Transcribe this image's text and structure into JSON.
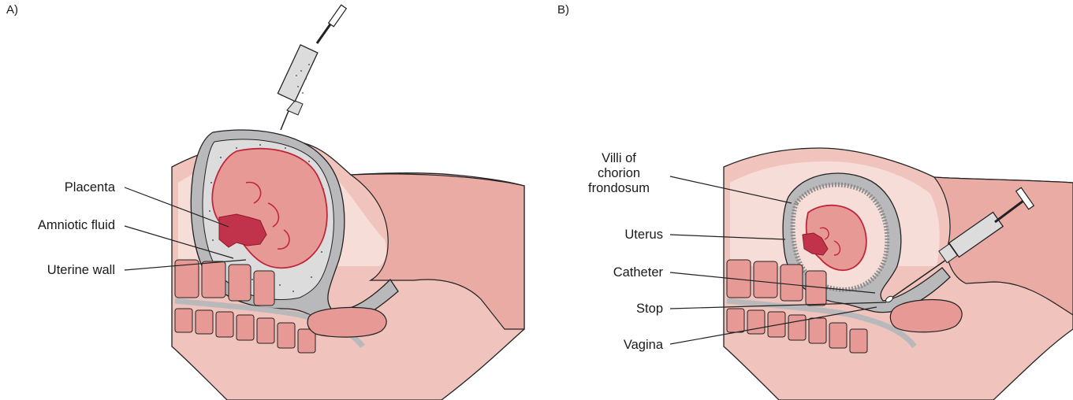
{
  "panel_a": {
    "letter": "A)",
    "labels": {
      "placenta": "Placenta",
      "amniotic_fluid": "Amniotic fluid",
      "uterine_wall": "Uterine wall"
    }
  },
  "panel_b": {
    "letter": "B)",
    "labels": {
      "villi": "Villi of\nchorion\nfrondosum",
      "uterus": "Uterus",
      "catheter": "Catheter",
      "stop": "Stop",
      "vagina": "Vagina"
    }
  },
  "colors": {
    "skin": "#f0c4bd",
    "skin_dark": "#e9aba3",
    "tissue": "#f7ddd8",
    "uterus_wall": "#b9b9bb",
    "fluid": "#dcdcdc",
    "fetus": "#e79a95",
    "fetus_outline": "#c0263a",
    "placenta": "#c1334a",
    "outline": "#222222"
  }
}
